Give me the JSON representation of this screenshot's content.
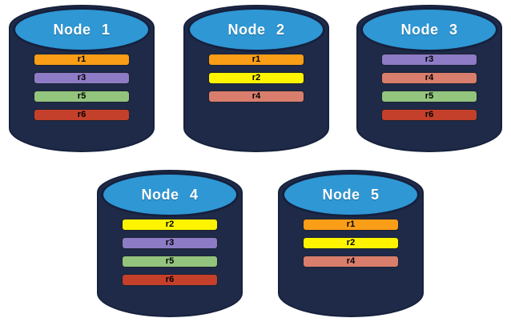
{
  "palette": {
    "cylinder_body": "#1E2A47",
    "cylinder_outline": "#16213C",
    "cylinder_top_blue": "#2F97D4",
    "title_text": "#FFFFFF",
    "bar_text": "#000000"
  },
  "replica_colors": {
    "r1": "#FA9D17",
    "r2": "#FFF400",
    "r3": "#8D7CC5",
    "r4": "#D97E6D",
    "r5": "#93C47D",
    "r6": "#C5402A"
  },
  "nodes": [
    {
      "title": "Node 1",
      "replicas": [
        {
          "label": "r1",
          "color": "#FA9D17"
        },
        {
          "label": "r3",
          "color": "#8D7CC5"
        },
        {
          "label": "r5",
          "color": "#93C47D"
        },
        {
          "label": "r6",
          "color": "#C5402A"
        }
      ]
    },
    {
      "title": "Node 2",
      "replicas": [
        {
          "label": "r1",
          "color": "#FA9D17"
        },
        {
          "label": "r2",
          "color": "#FFF400"
        },
        {
          "label": "r4",
          "color": "#D97E6D"
        }
      ]
    },
    {
      "title": "Node 3",
      "replicas": [
        {
          "label": "r3",
          "color": "#8D7CC5"
        },
        {
          "label": "r4",
          "color": "#D97E6D"
        },
        {
          "label": "r5",
          "color": "#93C47D"
        },
        {
          "label": "r6",
          "color": "#C5402A"
        }
      ]
    },
    {
      "title": "Node 4",
      "replicas": [
        {
          "label": "r2",
          "color": "#FFF400"
        },
        {
          "label": "r3",
          "color": "#8D7CC5"
        },
        {
          "label": "r5",
          "color": "#93C47D"
        },
        {
          "label": "r6",
          "color": "#C5402A"
        }
      ]
    },
    {
      "title": "Node 5",
      "replicas": [
        {
          "label": "r1",
          "color": "#FA9D17"
        },
        {
          "label": "r2",
          "color": "#FFF400"
        },
        {
          "label": "r4",
          "color": "#D97E6D"
        }
      ]
    }
  ]
}
